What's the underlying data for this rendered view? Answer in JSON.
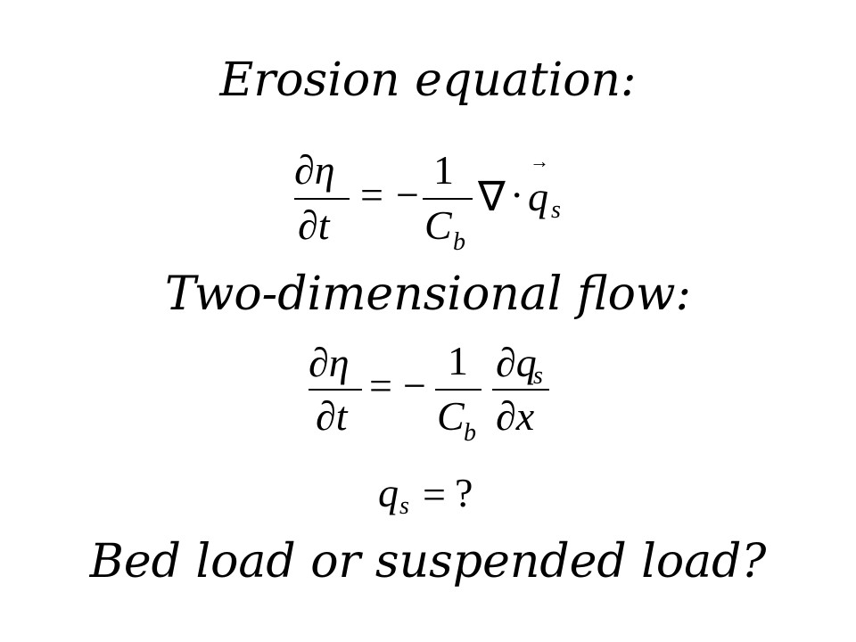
{
  "headings": {
    "erosion": "Erosion equation:",
    "two_dim": "Two-dimensional flow:",
    "question": "Bed load or suspended load?"
  },
  "equation1": {
    "lhs_num": "∂η",
    "lhs_den": "∂t",
    "equals": "=",
    "minus": "−",
    "coef_num": "1",
    "coef_den": "C",
    "coef_den_sub": "b",
    "nabla": "∇",
    "dot": "·",
    "vector_arrow": "→",
    "q": "q",
    "q_sub": "s"
  },
  "equation2": {
    "lhs_num": "∂η",
    "lhs_den": "∂t",
    "equals": "=",
    "minus": "−",
    "coef_num": "1",
    "coef_den": "C",
    "coef_den_sub": "b",
    "rhs_num": "∂q",
    "rhs_num_sub": "s",
    "rhs_den": "∂x"
  },
  "equation3": {
    "q": "q",
    "q_sub": "s",
    "equals": "=",
    "rhs": "?"
  }
}
